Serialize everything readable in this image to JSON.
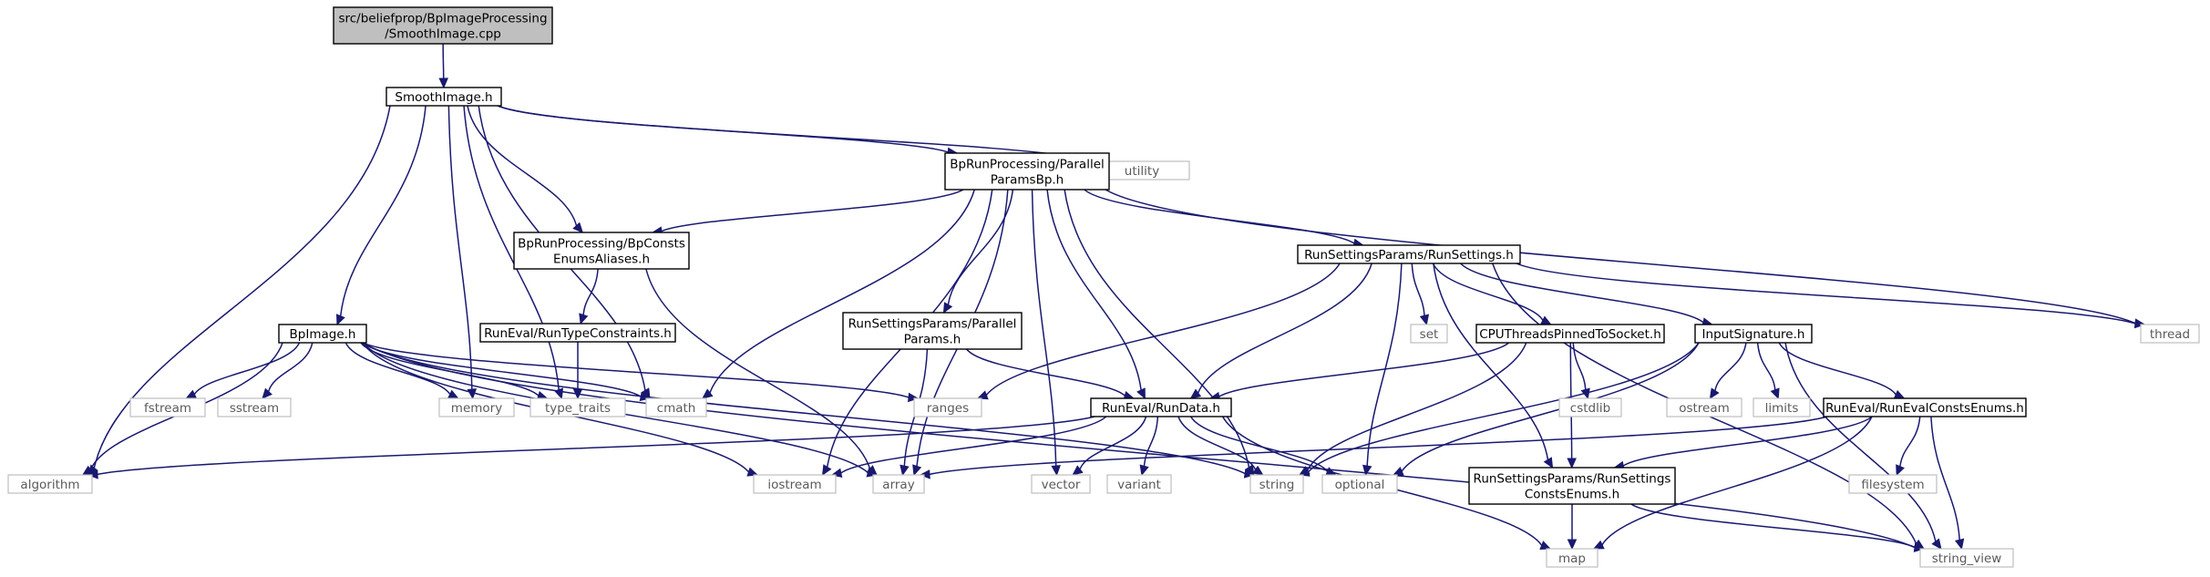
{
  "title_lines": [],
  "colors": {
    "edge": "#191970",
    "root_fill": "#bfbfbf",
    "system_header_border": "#bfbfbf",
    "project_header_border": "#000000",
    "background": "#ffffff"
  },
  "nodes": [
    {
      "id": "root",
      "kind": "root",
      "lines": [
        "src/beliefprop/BpImageProcessing",
        "/SmoothImage.cpp"
      ]
    },
    {
      "id": "smoothimage",
      "kind": "local",
      "lines": [
        "SmoothImage.h"
      ]
    },
    {
      "id": "utility",
      "kind": "system",
      "lines": [
        "utility"
      ]
    },
    {
      "id": "parallelparamsbp",
      "kind": "local",
      "lines": [
        "BpRunProcessing/Parallel",
        "ParamsBp.h"
      ]
    },
    {
      "id": "bpconsts",
      "kind": "local",
      "lines": [
        "BpRunProcessing/BpConsts",
        "EnumsAliases.h"
      ]
    },
    {
      "id": "runsettings",
      "kind": "local",
      "lines": [
        "RunSettingsParams/RunSettings.h"
      ]
    },
    {
      "id": "thread",
      "kind": "system",
      "lines": [
        "thread"
      ]
    },
    {
      "id": "bpimage",
      "kind": "local",
      "lines": [
        "BpImage.h"
      ]
    },
    {
      "id": "runtypeconstraints",
      "kind": "local",
      "lines": [
        "RunEval/RunTypeConstraints.h"
      ]
    },
    {
      "id": "rsparallelparams",
      "kind": "local",
      "lines": [
        "RunSettingsParams/Parallel",
        "Params.h"
      ]
    },
    {
      "id": "set",
      "kind": "system",
      "lines": [
        "set"
      ]
    },
    {
      "id": "cputhreads",
      "kind": "local",
      "lines": [
        "CPUThreadsPinnedToSocket.h"
      ]
    },
    {
      "id": "inputsignature",
      "kind": "local",
      "lines": [
        "InputSignature.h"
      ]
    },
    {
      "id": "fstream",
      "kind": "system",
      "lines": [
        "fstream"
      ]
    },
    {
      "id": "sstream",
      "kind": "system",
      "lines": [
        "sstream"
      ]
    },
    {
      "id": "memory",
      "kind": "system",
      "lines": [
        "memory"
      ]
    },
    {
      "id": "type_traits",
      "kind": "system",
      "lines": [
        "type_traits"
      ]
    },
    {
      "id": "cmath",
      "kind": "system",
      "lines": [
        "cmath"
      ]
    },
    {
      "id": "ranges",
      "kind": "system",
      "lines": [
        "ranges"
      ]
    },
    {
      "id": "rundata",
      "kind": "local",
      "lines": [
        "RunEval/RunData.h"
      ]
    },
    {
      "id": "cstdlib",
      "kind": "system",
      "lines": [
        "cstdlib"
      ]
    },
    {
      "id": "ostream",
      "kind": "system",
      "lines": [
        "ostream"
      ]
    },
    {
      "id": "limits",
      "kind": "system",
      "lines": [
        "limits"
      ]
    },
    {
      "id": "runevalconsts",
      "kind": "local",
      "lines": [
        "RunEval/RunEvalConstsEnums.h"
      ]
    },
    {
      "id": "algorithm",
      "kind": "system",
      "lines": [
        "algorithm"
      ]
    },
    {
      "id": "iostream",
      "kind": "system",
      "lines": [
        "iostream"
      ]
    },
    {
      "id": "array",
      "kind": "system",
      "lines": [
        "array"
      ]
    },
    {
      "id": "vector",
      "kind": "system",
      "lines": [
        "vector"
      ]
    },
    {
      "id": "variant",
      "kind": "system",
      "lines": [
        "variant"
      ]
    },
    {
      "id": "string",
      "kind": "system",
      "lines": [
        "string"
      ]
    },
    {
      "id": "optional",
      "kind": "system",
      "lines": [
        "optional"
      ]
    },
    {
      "id": "rsconstsenums",
      "kind": "local",
      "lines": [
        "RunSettingsParams/RunSettings",
        "ConstsEnums.h"
      ]
    },
    {
      "id": "filesystem",
      "kind": "system",
      "lines": [
        "filesystem"
      ]
    },
    {
      "id": "map",
      "kind": "system",
      "lines": [
        "map"
      ]
    },
    {
      "id": "string_view",
      "kind": "system",
      "lines": [
        "string_view"
      ]
    }
  ],
  "edges": [
    [
      "root",
      "smoothimage"
    ],
    [
      "smoothimage",
      "utility"
    ],
    [
      "smoothimage",
      "parallelparamsbp"
    ],
    [
      "smoothimage",
      "bpconsts"
    ],
    [
      "smoothimage",
      "bpimage"
    ],
    [
      "smoothimage",
      "memory"
    ],
    [
      "smoothimage",
      "type_traits"
    ],
    [
      "smoothimage",
      "cmath"
    ],
    [
      "smoothimage",
      "algorithm"
    ],
    [
      "parallelparamsbp",
      "bpconsts"
    ],
    [
      "parallelparamsbp",
      "runsettings"
    ],
    [
      "parallelparamsbp",
      "thread"
    ],
    [
      "parallelparamsbp",
      "rsparallelparams"
    ],
    [
      "parallelparamsbp",
      "cmath"
    ],
    [
      "parallelparamsbp",
      "rundata"
    ],
    [
      "parallelparamsbp",
      "iostream"
    ],
    [
      "parallelparamsbp",
      "array"
    ],
    [
      "parallelparamsbp",
      "vector"
    ],
    [
      "parallelparamsbp",
      "string"
    ],
    [
      "bpconsts",
      "runtypeconstraints"
    ],
    [
      "bpconsts",
      "array"
    ],
    [
      "runtypeconstraints",
      "type_traits"
    ],
    [
      "runsettings",
      "thread"
    ],
    [
      "runsettings",
      "set"
    ],
    [
      "runsettings",
      "cputhreads"
    ],
    [
      "runsettings",
      "inputsignature"
    ],
    [
      "runsettings",
      "ranges"
    ],
    [
      "runsettings",
      "rundata"
    ],
    [
      "runsettings",
      "optional"
    ],
    [
      "runsettings",
      "rsconstsenums"
    ],
    [
      "runsettings",
      "string_view"
    ],
    [
      "rsparallelparams",
      "rundata"
    ],
    [
      "rsparallelparams",
      "array"
    ],
    [
      "bpimage",
      "fstream"
    ],
    [
      "bpimage",
      "sstream"
    ],
    [
      "bpimage",
      "memory"
    ],
    [
      "bpimage",
      "type_traits"
    ],
    [
      "bpimage",
      "cmath"
    ],
    [
      "bpimage",
      "ranges"
    ],
    [
      "bpimage",
      "algorithm"
    ],
    [
      "bpimage",
      "iostream"
    ],
    [
      "bpimage",
      "array"
    ],
    [
      "bpimage",
      "string"
    ],
    [
      "bpimage",
      "string_view"
    ],
    [
      "cputhreads",
      "rundata"
    ],
    [
      "cputhreads",
      "cstdlib"
    ],
    [
      "cputhreads",
      "string"
    ],
    [
      "cputhreads",
      "rsconstsenums"
    ],
    [
      "inputsignature",
      "ostream"
    ],
    [
      "inputsignature",
      "limits"
    ],
    [
      "inputsignature",
      "runevalconsts"
    ],
    [
      "inputsignature",
      "string"
    ],
    [
      "inputsignature",
      "optional"
    ],
    [
      "inputsignature",
      "string_view"
    ],
    [
      "rundata",
      "algorithm"
    ],
    [
      "rundata",
      "iostream"
    ],
    [
      "rundata",
      "vector"
    ],
    [
      "rundata",
      "variant"
    ],
    [
      "rundata",
      "string"
    ],
    [
      "rundata",
      "optional"
    ],
    [
      "rundata",
      "map"
    ],
    [
      "runevalconsts",
      "array"
    ],
    [
      "runevalconsts",
      "rsconstsenums"
    ],
    [
      "runevalconsts",
      "filesystem"
    ],
    [
      "runevalconsts",
      "map"
    ],
    [
      "runevalconsts",
      "string_view"
    ],
    [
      "rsconstsenums",
      "map"
    ],
    [
      "rsconstsenums",
      "string_view"
    ]
  ]
}
